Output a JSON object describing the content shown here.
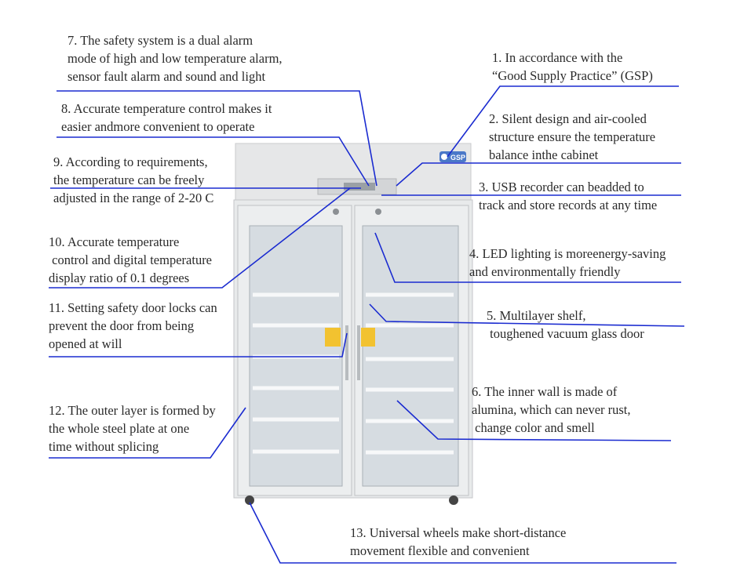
{
  "labels": {
    "l1": "1. In accordance with the\n“Good Supply Practice” (GSP)",
    "l2": "2. Silent design and air-cooled\nstructure ensure the temperature\nbalance inthe cabinet",
    "l3": "3. USB recorder can beadded to\ntrack and store records at any time",
    "l4": "4. LED lighting is moreenergy-saving\nand environmentally friendly",
    "l5": "5. Multilayer shelf,\n toughened vacuum glass door",
    "l6": "6. The inner wall is made of\nalumina, which can never rust,\n change color and smell",
    "l7": "7. The safety system is a dual alarm\nmode of high and low temperature alarm,\nsensor fault alarm and sound and light",
    "l8": "8. Accurate temperature control makes it\neasier andmore convenient to operate",
    "l9": "9. According to requirements,\nthe temperature can be freely\nadjusted in the range of 2-20 C",
    "l10": "10. Accurate temperature\n control and digital temperature\ndisplay ratio of 0.1 degrees",
    "l11": "11. Setting safety door locks can\nprevent the door from being\nopened at will",
    "l12": "12. The outer layer is formed by\nthe whole steel plate at one\ntime without splicing",
    "l13": "13. Universal wheels make short-distance\nmovement flexible and convenient"
  },
  "gsp_badge": "GSP",
  "colors": {
    "leader": "#1a2bd0",
    "text": "#2a2a2a",
    "cabinet": "#e4e6e7",
    "glass": "#cfd6dc"
  }
}
